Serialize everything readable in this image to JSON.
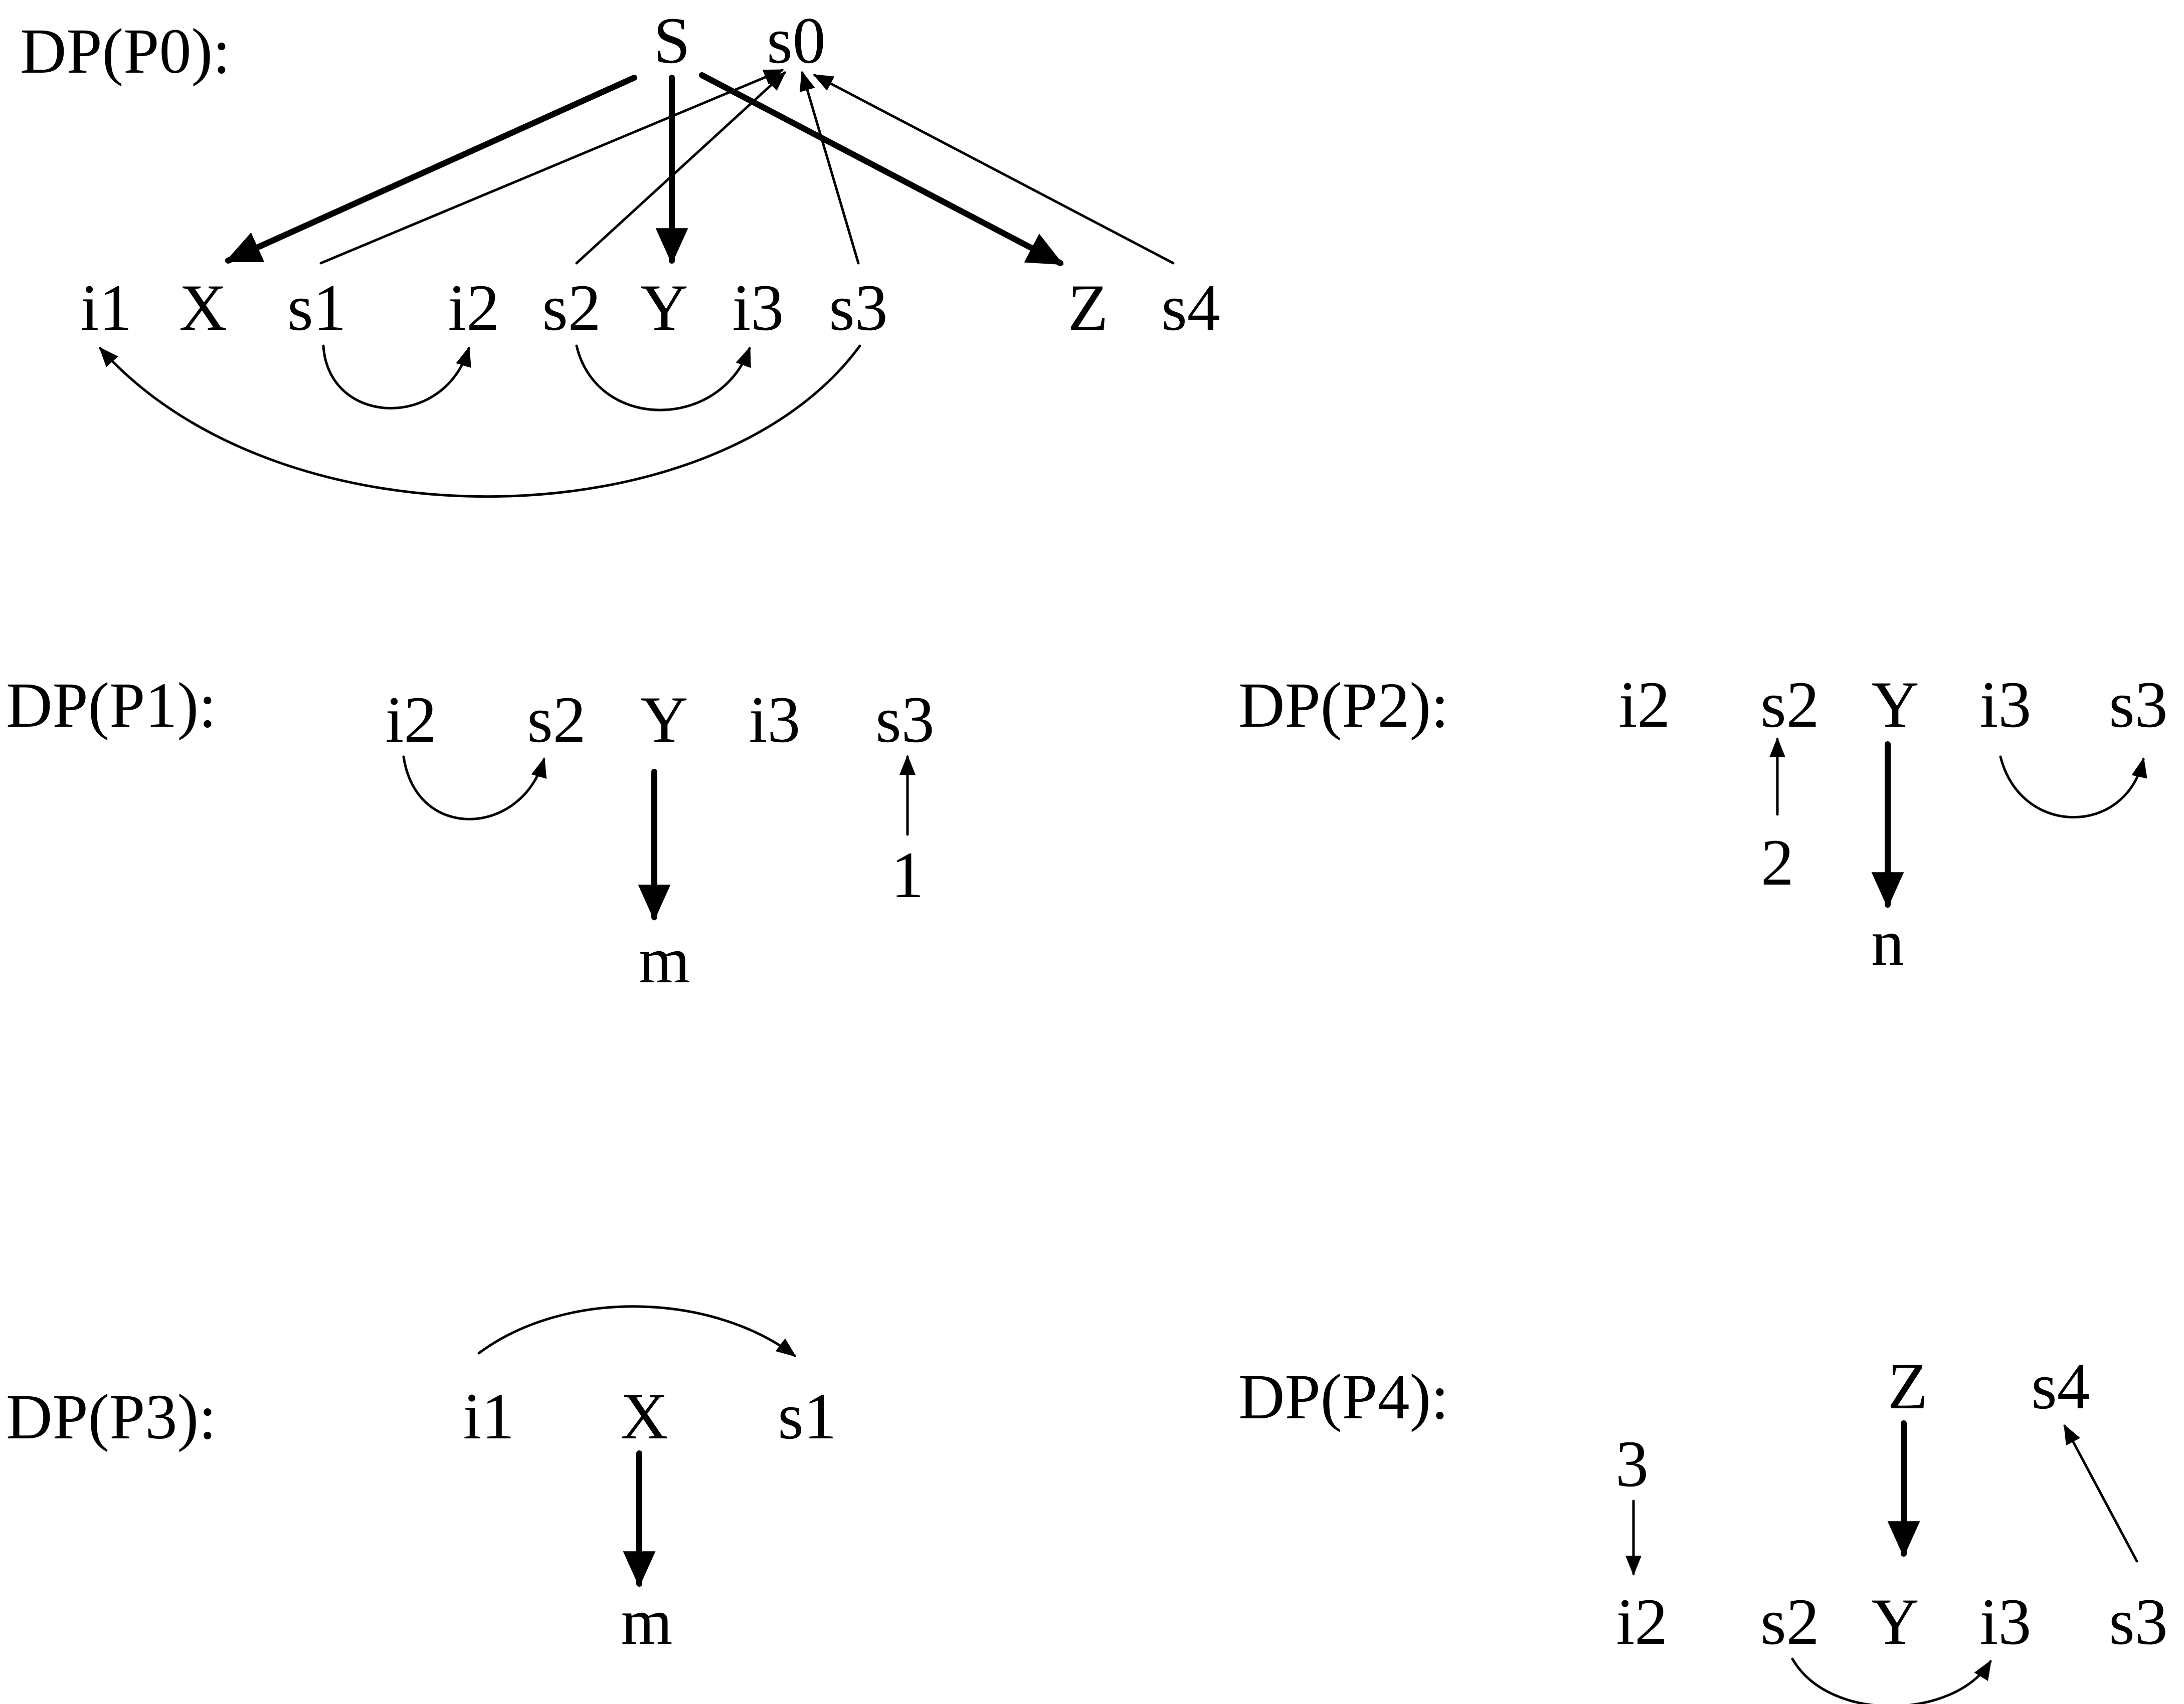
{
  "panels": {
    "p0": {
      "label": "DP(P0):",
      "nodes": {
        "S": "S",
        "s0": "s0",
        "i1": "i1",
        "X": "X",
        "s1": "s1",
        "i2": "i2",
        "s2": "s2",
        "Y": "Y",
        "i3": "i3",
        "s3": "s3",
        "Z": "Z",
        "s4": "s4"
      }
    },
    "p1": {
      "label": "DP(P1):",
      "nodes": {
        "i2": "i2",
        "s2": "s2",
        "Y": "Y",
        "i3": "i3",
        "s3": "s3",
        "m": "m",
        "one": "1"
      }
    },
    "p2": {
      "label": "DP(P2):",
      "nodes": {
        "i2": "i2",
        "s2": "s2",
        "Y": "Y",
        "i3": "i3",
        "s3": "s3",
        "two": "2",
        "n": "n"
      }
    },
    "p3": {
      "label": "DP(P3):",
      "nodes": {
        "i1": "i1",
        "X": "X",
        "s1": "s1",
        "m": "m"
      }
    },
    "p4": {
      "label": "DP(P4):",
      "nodes": {
        "Z": "Z",
        "s4": "s4",
        "three": "3",
        "i2": "i2",
        "s2": "s2",
        "Y": "Y",
        "i3": "i3",
        "s3": "s3"
      }
    }
  }
}
